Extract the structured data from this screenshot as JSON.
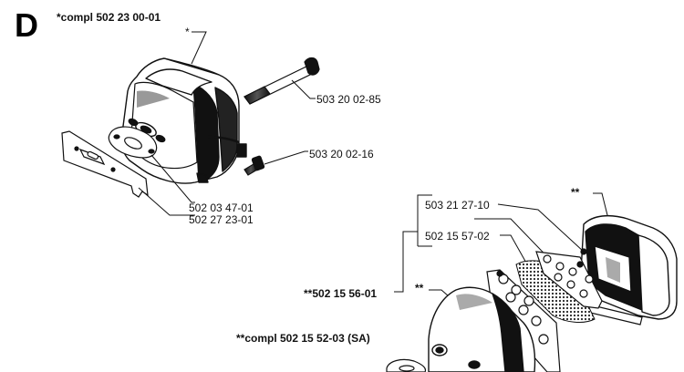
{
  "section_letter": "D",
  "assembly_a": {
    "title": "*compl 502 23 00-01",
    "star": "*",
    "bolt_part": "503 20 02-85",
    "screw_part": "503 20 02-16",
    "gasket_part_1": "502 03 47-01",
    "gasket_part_2": "502 27 23-01"
  },
  "assembly_b": {
    "star_cover_top": "**",
    "star_muffler": "**",
    "part_1": "503 21 27-10",
    "part_2": "502 15 57-02",
    "group_part": "**502 15 56-01",
    "compl_title": "**compl 502 15 52-03 (SA)"
  }
}
